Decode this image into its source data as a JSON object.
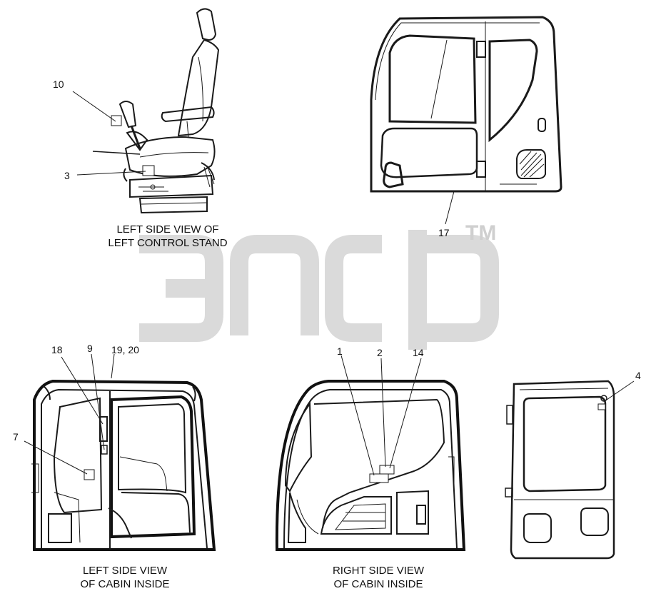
{
  "watermark": {
    "mark": "TM"
  },
  "views": [
    {
      "id": "left-control-stand",
      "caption_lines": [
        "LEFT SIDE VIEW OF",
        "LEFT CONTROL STAND"
      ]
    },
    {
      "id": "cabin-exterior"
    },
    {
      "id": "left-cabin-inside",
      "caption_lines": [
        "LEFT SIDE VIEW",
        "OF CABIN INSIDE"
      ]
    },
    {
      "id": "right-cabin-inside",
      "caption_lines": [
        "RIGHT SIDE VIEW",
        "OF CABIN INSIDE"
      ]
    },
    {
      "id": "rear-panel"
    }
  ],
  "callouts": {
    "c10": "10",
    "c3": "3",
    "c17": "17",
    "c18": "18",
    "c9": "9",
    "c19_20": "19, 20",
    "c7": "7",
    "c1": "1",
    "c2": "2",
    "c14": "14",
    "c4": "4"
  },
  "colors": {
    "line": "#1a1a1a",
    "watermark": "#dadada",
    "background": "#ffffff"
  }
}
